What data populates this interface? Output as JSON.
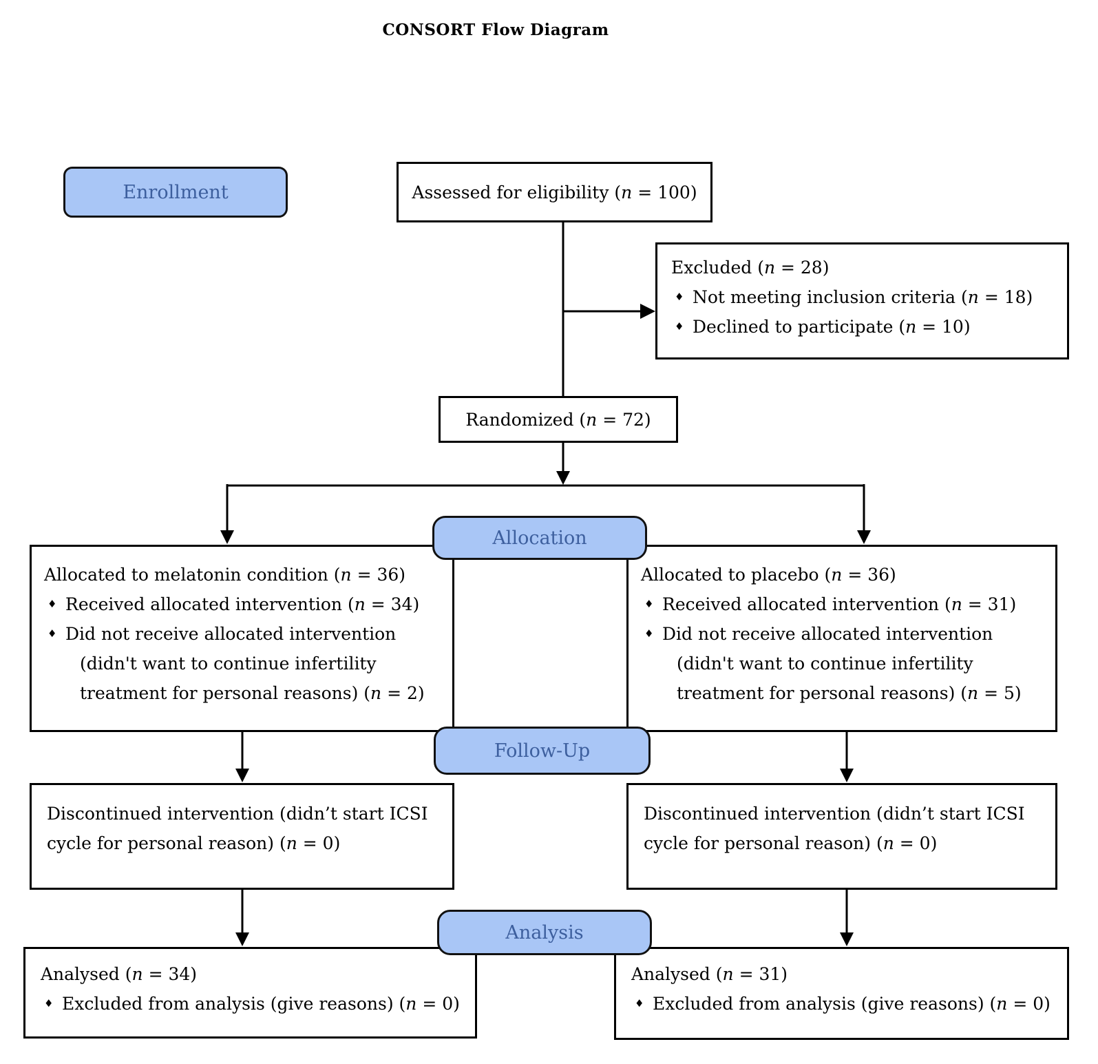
{
  "title": "CONSORT Flow Diagram",
  "icons": {
    "bullet": "♦"
  },
  "colors": {
    "label_fill": "#a9c6f6",
    "label_text": "#3d5f9e",
    "line": "#000000"
  },
  "stage_labels": {
    "enrollment": "Enrollment",
    "allocation": "Allocation",
    "followup": "Follow-Up",
    "analysis": "Analysis"
  },
  "boxes": {
    "assessed": {
      "text": "Assessed for eligibility (n = 100)"
    },
    "excluded": {
      "title": "Excluded (n = 28)",
      "bullets": [
        "Not meeting inclusion criteria (n = 18)",
        "Declined to participate (n = 10)"
      ]
    },
    "randomized": {
      "text": "Randomized (n = 72)"
    },
    "allocated_melatonin": {
      "title": "Allocated to melatonin condition (n = 36)",
      "bullet1": "Received allocated intervention (n = 34)",
      "bullet2": "Did not receive allocated intervention",
      "bullet2_cont1": "(didn't want to continue infertility",
      "bullet2_cont2": "treatment for personal reasons) (n = 2)"
    },
    "allocated_placebo": {
      "title": "Allocated to placebo (n = 36)",
      "bullet1": "Received allocated intervention (n = 31)",
      "bullet2": "Did not receive allocated intervention",
      "bullet2_cont1": "(didn't want to continue infertility",
      "bullet2_cont2": "treatment for personal reasons) (n = 5)"
    },
    "discontinued_left": {
      "line1": "Discontinued intervention (didn’t start ICSI",
      "line2": "cycle for personal reason) (n = 0)"
    },
    "discontinued_right": {
      "line1": "Discontinued intervention (didn’t start ICSI",
      "line2": "cycle for personal reason) (n = 0)"
    },
    "analysed_left": {
      "title": "Analysed (n = 34)",
      "bullet": "Excluded from analysis (give reasons) (n = 0)"
    },
    "analysed_right": {
      "title": "Analysed (n = 31)",
      "bullet": "Excluded from analysis (give reasons) (n = 0)"
    }
  }
}
